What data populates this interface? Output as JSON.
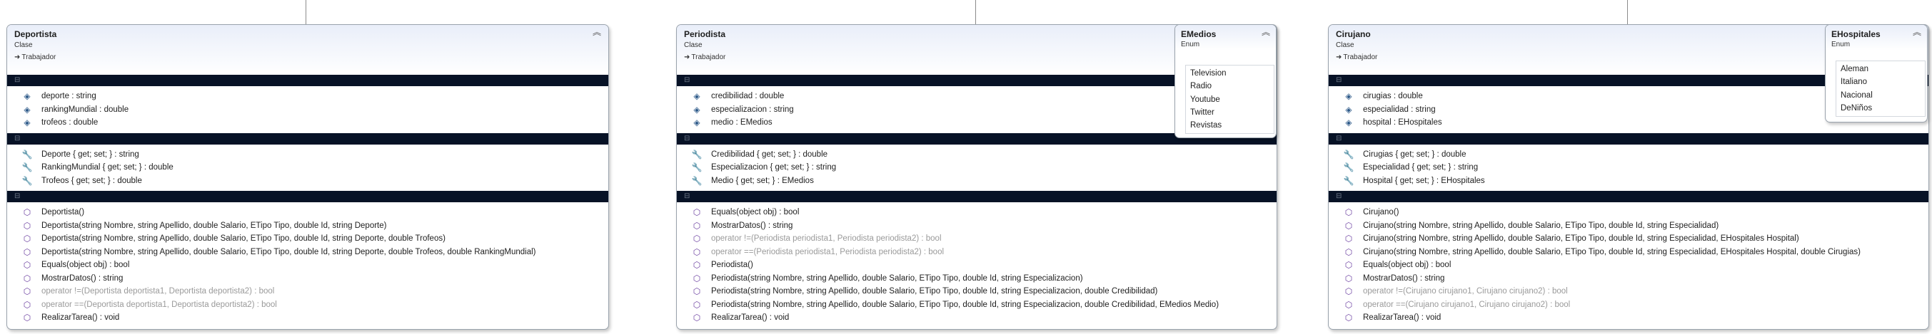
{
  "diagram": {
    "classes": [
      {
        "name": "Deportista",
        "kind": "Clase",
        "base": "Trabajador",
        "fields": [
          "deporte : string",
          "rankingMundial : double",
          "trofeos : double"
        ],
        "properties": [
          "Deporte { get; set; } : string",
          "RankingMundial { get; set; } : double",
          "Trofeos { get; set; } : double"
        ],
        "methods": [
          {
            "text": "Deportista()",
            "muted": false
          },
          {
            "text": "Deportista(string Nombre, string Apellido, double Salario, ETipo Tipo, double Id, string Deporte)",
            "muted": false
          },
          {
            "text": "Deportista(string Nombre, string Apellido, double Salario, ETipo Tipo, double Id, string Deporte, double Trofeos)",
            "muted": false
          },
          {
            "text": "Deportista(string Nombre, string Apellido, double Salario, ETipo Tipo, double Id, string Deporte, double Trofeos, double RankingMundial)",
            "muted": false
          },
          {
            "text": "Equals(object obj) : bool",
            "muted": false
          },
          {
            "text": "MostrarDatos() : string",
            "muted": false
          },
          {
            "text": "operator !=(Deportista deportista1, Deportista deportista2) : bool",
            "muted": true
          },
          {
            "text": "operator ==(Deportista deportista1, Deportista deportista2) : bool",
            "muted": true
          },
          {
            "text": "RealizarTarea() : void",
            "muted": false
          }
        ]
      },
      {
        "name": "Periodista",
        "kind": "Clase",
        "base": "Trabajador",
        "fields": [
          "credibilidad : double",
          "especializacion : string",
          "medio : EMedios"
        ],
        "properties": [
          "Credibilidad { get; set; } : double",
          "Especializacion { get; set; } : string",
          "Medio { get; set; } : EMedios"
        ],
        "methods": [
          {
            "text": "Equals(object obj) : bool",
            "muted": false
          },
          {
            "text": "MostrarDatos() : string",
            "muted": false
          },
          {
            "text": "operator !=(Periodista periodista1, Periodista periodista2) : bool",
            "muted": true
          },
          {
            "text": "operator ==(Periodista periodista1, Periodista periodista2) : bool",
            "muted": true
          },
          {
            "text": "Periodista()",
            "muted": false
          },
          {
            "text": "Periodista(string Nombre, string Apellido, double Salario, ETipo Tipo, double Id, string Especializacion)",
            "muted": false
          },
          {
            "text": "Periodista(string Nombre, string Apellido, double Salario, ETipo Tipo, double Id, string Especializacion, double Credibilidad)",
            "muted": false
          },
          {
            "text": "Periodista(string Nombre, string Apellido, double Salario, ETipo Tipo, double Id, string Especializacion, double Credibilidad, EMedios Medio)",
            "muted": false
          },
          {
            "text": "RealizarTarea() : void",
            "muted": false
          }
        ]
      },
      {
        "name": "Cirujano",
        "kind": "Clase",
        "base": "Trabajador",
        "fields": [
          "cirugias : double",
          "especialidad : string",
          "hospital : EHospitales"
        ],
        "properties": [
          "Cirugias { get; set; } : double",
          "Especialidad { get; set; } : string",
          "Hospital { get; set; } : EHospitales"
        ],
        "methods": [
          {
            "text": "Cirujano()",
            "muted": false
          },
          {
            "text": "Cirujano(string Nombre, string Apellido, double Salario, ETipo Tipo, double Id, string Especialidad)",
            "muted": false
          },
          {
            "text": "Cirujano(string Nombre, string Apellido, double Salario, ETipo Tipo, double Id, string Especialidad, EHospitales Hospital)",
            "muted": false
          },
          {
            "text": "Cirujano(string Nombre, string Apellido, double Salario, ETipo Tipo, double Id, string Especialidad, EHospitales Hospital, double Cirugias)",
            "muted": false
          },
          {
            "text": "Equals(object obj) : bool",
            "muted": false
          },
          {
            "text": "MostrarDatos() : string",
            "muted": false
          },
          {
            "text": "operator !=(Cirujano cirujano1, Cirujano cirujano2) : bool",
            "muted": true
          },
          {
            "text": "operator ==(Cirujano cirujano1, Cirujano cirujano2) : bool",
            "muted": true
          },
          {
            "text": "RealizarTarea() : void",
            "muted": false
          }
        ]
      }
    ],
    "enums": [
      {
        "name": "EMedios",
        "kind": "Enum",
        "values": [
          "Television",
          "Radio",
          "Youtube",
          "Twitter",
          "Revistas"
        ]
      },
      {
        "name": "EHospitales",
        "kind": "Enum",
        "values": [
          "Aleman",
          "Italiano",
          "Nacional",
          "DeNiños"
        ]
      }
    ],
    "icons": {
      "collapse": "double-chevron-up-icon",
      "inherit": "inheritance-arrow-icon",
      "field": "field-icon",
      "property": "wrench-icon",
      "method": "method-cube-icon"
    }
  }
}
